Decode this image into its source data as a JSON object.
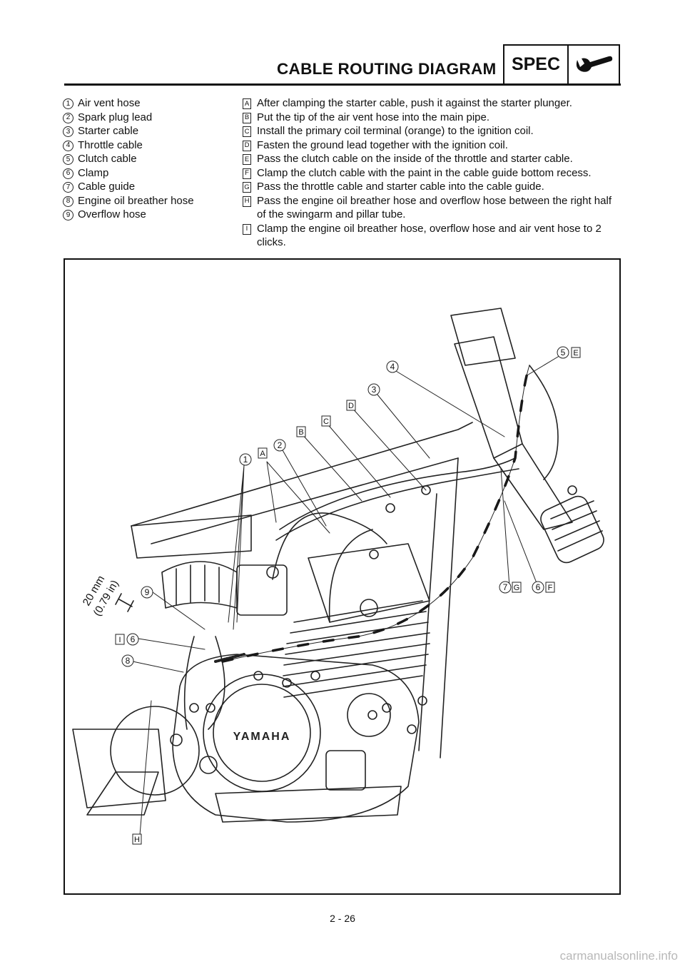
{
  "header": {
    "title": "CABLE ROUTING DIAGRAM",
    "spec_label": "SPEC",
    "spec_icon": "wrench-icon"
  },
  "parts": [
    {
      "num": "1",
      "label": "Air vent hose"
    },
    {
      "num": "2",
      "label": "Spark plug lead"
    },
    {
      "num": "3",
      "label": "Starter cable"
    },
    {
      "num": "4",
      "label": "Throttle cable"
    },
    {
      "num": "5",
      "label": "Clutch cable"
    },
    {
      "num": "6",
      "label": "Clamp"
    },
    {
      "num": "7",
      "label": "Cable guide"
    },
    {
      "num": "8",
      "label": "Engine oil breather hose"
    },
    {
      "num": "9",
      "label": "Overflow hose"
    }
  ],
  "notes": [
    {
      "letter": "A",
      "text": "After clamping the starter cable, push it against the starter plunger."
    },
    {
      "letter": "B",
      "text": "Put the tip of the air vent hose into the main pipe."
    },
    {
      "letter": "C",
      "text": "Install the primary coil terminal (orange) to the ignition coil."
    },
    {
      "letter": "D",
      "text": "Fasten the ground lead together with the ignition coil."
    },
    {
      "letter": "E",
      "text": "Pass the clutch cable on the inside of the throttle and starter cable."
    },
    {
      "letter": "F",
      "text": "Clamp the clutch cable with the paint in the cable guide bottom recess."
    },
    {
      "letter": "G",
      "text": "Pass the throttle cable and starter cable into the cable guide."
    },
    {
      "letter": "H",
      "text": "Pass the engine oil breather hose and overflow hose between the right half of the swingarm and pillar tube."
    },
    {
      "letter": "I",
      "text": "Clamp the engine oil breather hose, overflow hose and air vent hose to 2 clicks."
    }
  ],
  "diagram": {
    "dimension_mm": "20 mm",
    "dimension_in": "(0.79 in)",
    "engine_logo": "YAMAHA",
    "callout_numbers": [
      "1",
      "2",
      "3",
      "4",
      "5",
      "6",
      "6",
      "7",
      "8",
      "9"
    ],
    "callout_letters": [
      "A",
      "B",
      "C",
      "D",
      "E",
      "F",
      "G",
      "H",
      "I"
    ]
  },
  "footer": {
    "page_number": "2 - 26",
    "watermark": "carmanualsonline.info"
  }
}
